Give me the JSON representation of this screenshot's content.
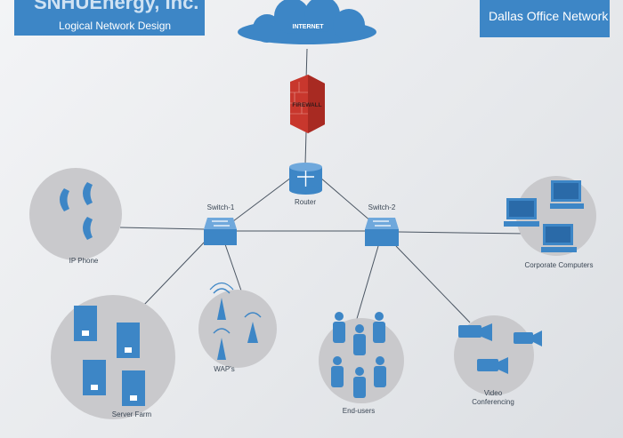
{
  "header": {
    "company": "SNHUEnergy, Inc.",
    "subtitle": "Logical Network Design",
    "network_title": "Dallas Office Network"
  },
  "nodes": {
    "internet": "INTERNET",
    "firewall": "FIREWALL",
    "router": "Router",
    "switch1": "Switch-1",
    "switch2": "Switch-2",
    "ip_phone": "IP Phone",
    "corporate_computers": "Corporate Computers",
    "server_farm": "Server Farm",
    "waps": "WAP's",
    "end_users": "End-users",
    "video_conferencing_line1": "Video",
    "video_conferencing_line2": "Conferencing"
  },
  "colors": {
    "banner": "#3d86c6",
    "device_blue": "#3d86c6",
    "group_circle": "#c9c9cc",
    "firewall_red": "#c8372d",
    "link_line": "#4a5562"
  }
}
